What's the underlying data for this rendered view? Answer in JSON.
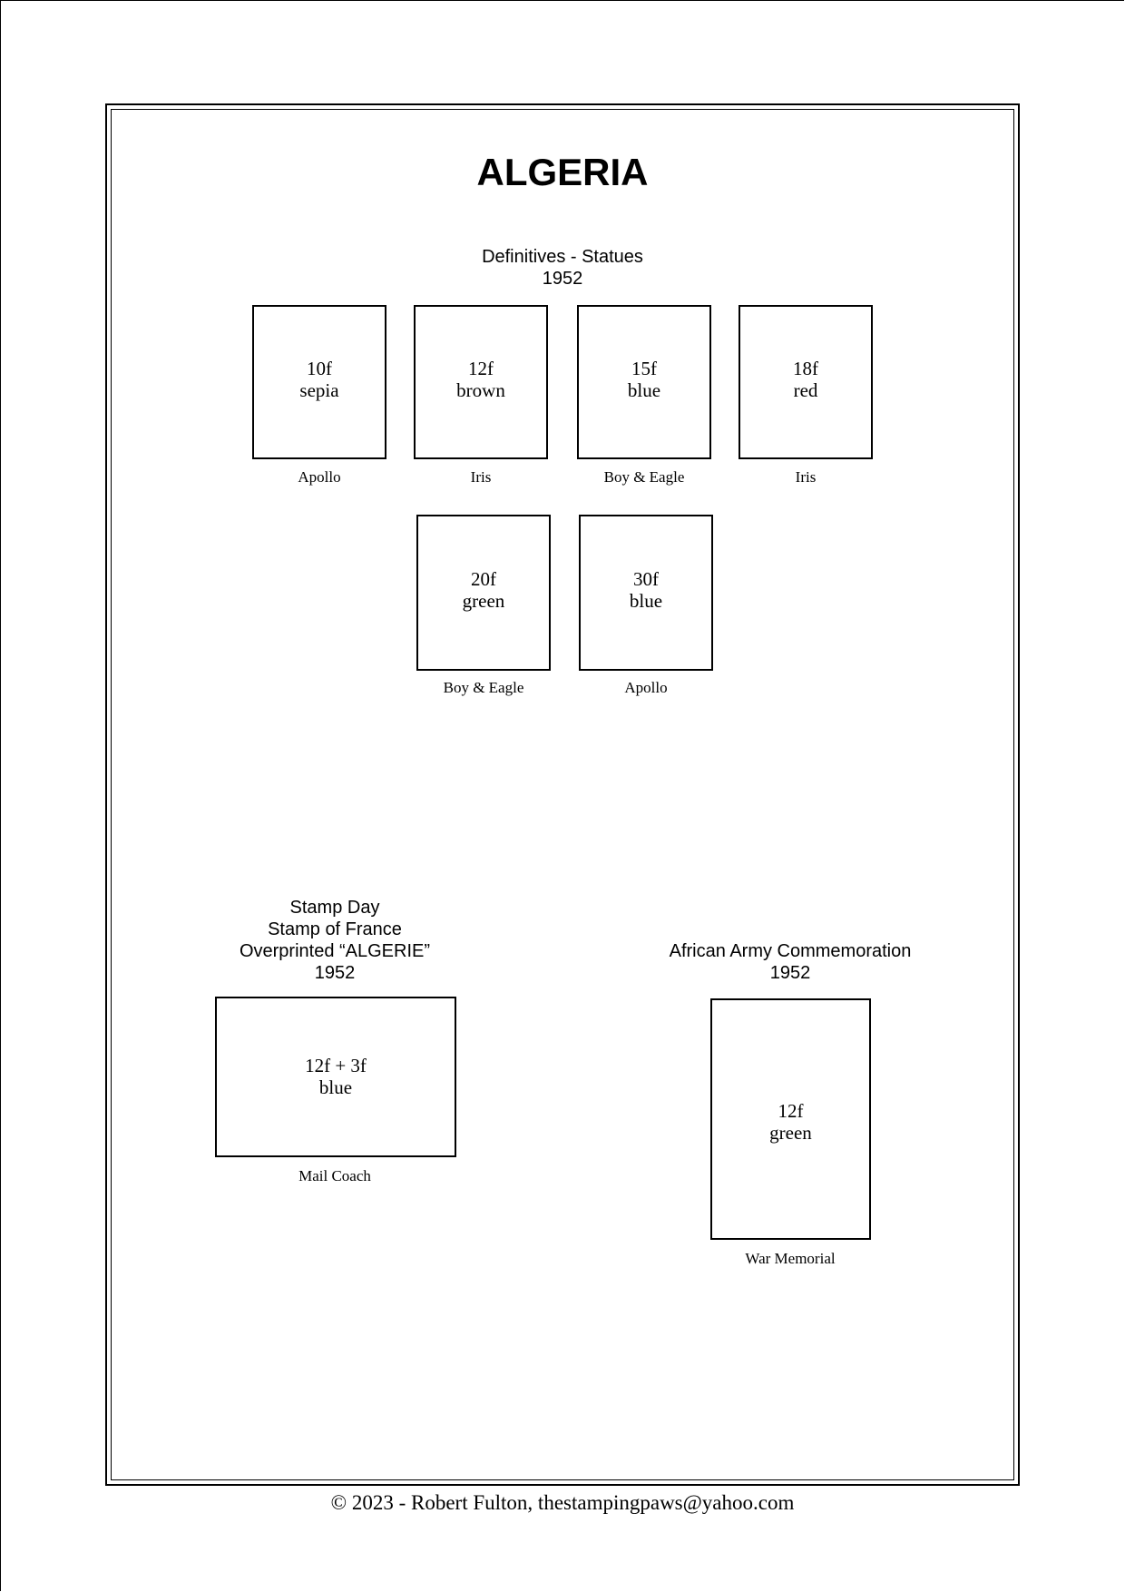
{
  "page": {
    "title": "ALGERIA",
    "footer": "© 2023 -  Robert Fulton, thestampingpaws@yahoo.com"
  },
  "sections": {
    "definitives": {
      "heading_lines": [
        "Definitives - Statues",
        "1952"
      ],
      "stamps": [
        {
          "value": "10f",
          "color": "sepia",
          "caption": "Apollo"
        },
        {
          "value": "12f",
          "color": "brown",
          "caption": "Iris"
        },
        {
          "value": "15f",
          "color": "blue",
          "caption": "Boy & Eagle"
        },
        {
          "value": "18f",
          "color": "red",
          "caption": "Iris"
        },
        {
          "value": "20f",
          "color": "green",
          "caption": "Boy & Eagle"
        },
        {
          "value": "30f",
          "color": "blue",
          "caption": "Apollo"
        }
      ]
    },
    "stamp_day": {
      "heading_lines": [
        "Stamp Day",
        "Stamp of France",
        "Overprinted “ALGERIE”",
        "1952"
      ],
      "stamps": [
        {
          "value": "12f + 3f",
          "color": "blue",
          "caption": "Mail Coach"
        }
      ]
    },
    "african_army": {
      "heading_lines": [
        "African Army Commemoration",
        "1952"
      ],
      "stamps": [
        {
          "value": "12f",
          "color": "green",
          "caption": "War Memorial"
        }
      ]
    }
  }
}
